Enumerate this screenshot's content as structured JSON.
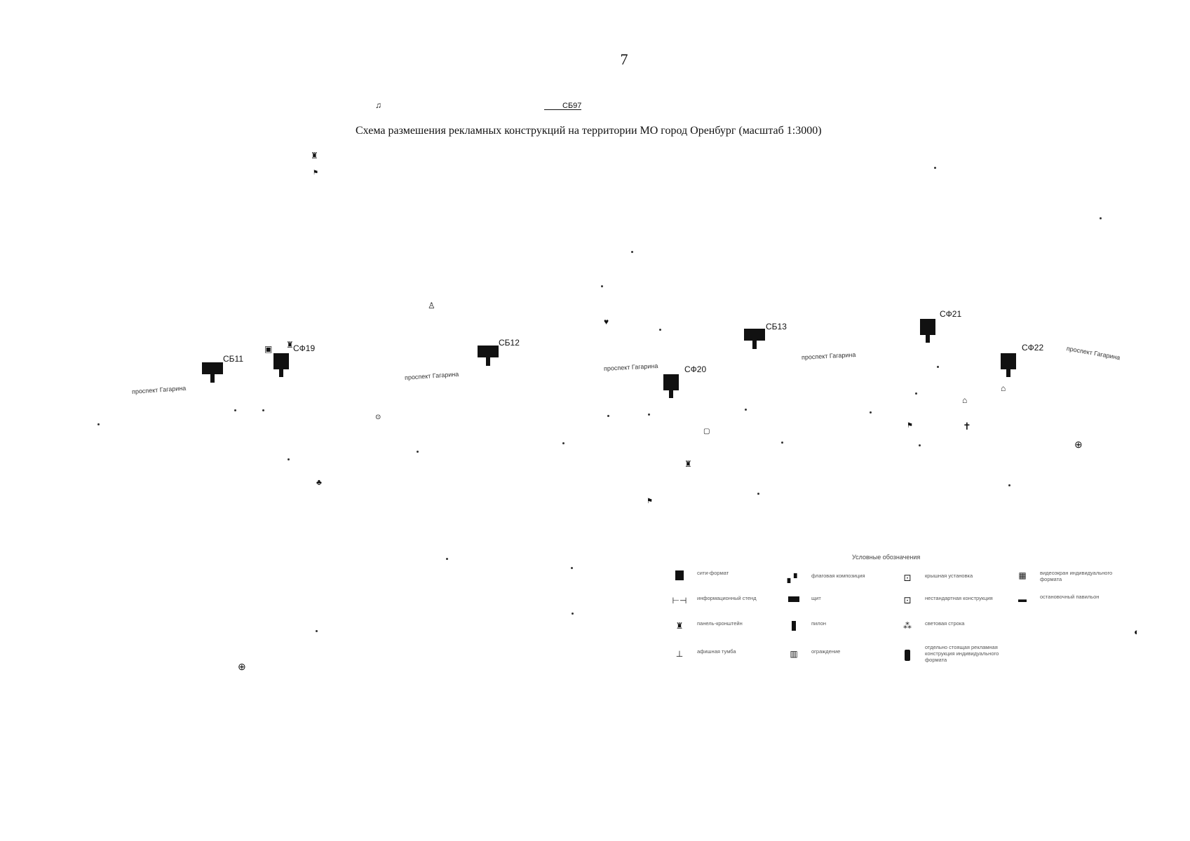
{
  "page": {
    "number": "7"
  },
  "map": {
    "title": "Схема размешения рекламных конструкций на территории МО город Оренбург (масштаб 1:3000)",
    "top_code": "СБ97",
    "signs": [
      {
        "code": "СБ11",
        "kind": "wide"
      },
      {
        "code": "СФ19",
        "kind": "tall"
      },
      {
        "code": "СБ12",
        "kind": "wide"
      },
      {
        "code": "СФ20",
        "kind": "tall"
      },
      {
        "code": "СБ13",
        "kind": "wide"
      },
      {
        "code": "СФ21",
        "kind": "tall"
      },
      {
        "code": "СФ22",
        "kind": "tall"
      }
    ],
    "streets": [
      "проспект Гагарина",
      "проспект Гагарина",
      "проспект Гагарина",
      "проспект Гагарина",
      "проспект Гагарина"
    ]
  },
  "legend": {
    "title": "Условные обозначения",
    "items": [
      {
        "icon": "city-format-icon",
        "label": "сити-формат"
      },
      {
        "icon": "flag-composition-icon",
        "label": "флаговая композиция"
      },
      {
        "icon": "roof-installation-icon",
        "label": "крышная установка"
      },
      {
        "icon": "video-screen-icon",
        "label": "видеоэкран индивидуального формата"
      },
      {
        "icon": "info-stand-icon",
        "label": "информационный стенд"
      },
      {
        "icon": "billboard-icon",
        "label": "щит"
      },
      {
        "icon": "non-standard-icon",
        "label": "нестандартная конструкция"
      },
      {
        "icon": "bus-stop-icon",
        "label": "остановочный павильон"
      },
      {
        "icon": "bracket-panel-icon",
        "label": "панель-кронштейн"
      },
      {
        "icon": "pylon-icon",
        "label": "пилон"
      },
      {
        "icon": "roof-strip-icon",
        "label": "световая строка"
      },
      {
        "icon": "afisha-stand-icon",
        "label": "афишная тумба"
      },
      {
        "icon": "fence-icon",
        "label": "ограждение"
      },
      {
        "icon": "individual-format-icon",
        "label": "отдельно стоящая рекламная конструкция индивидуального формата"
      }
    ]
  }
}
